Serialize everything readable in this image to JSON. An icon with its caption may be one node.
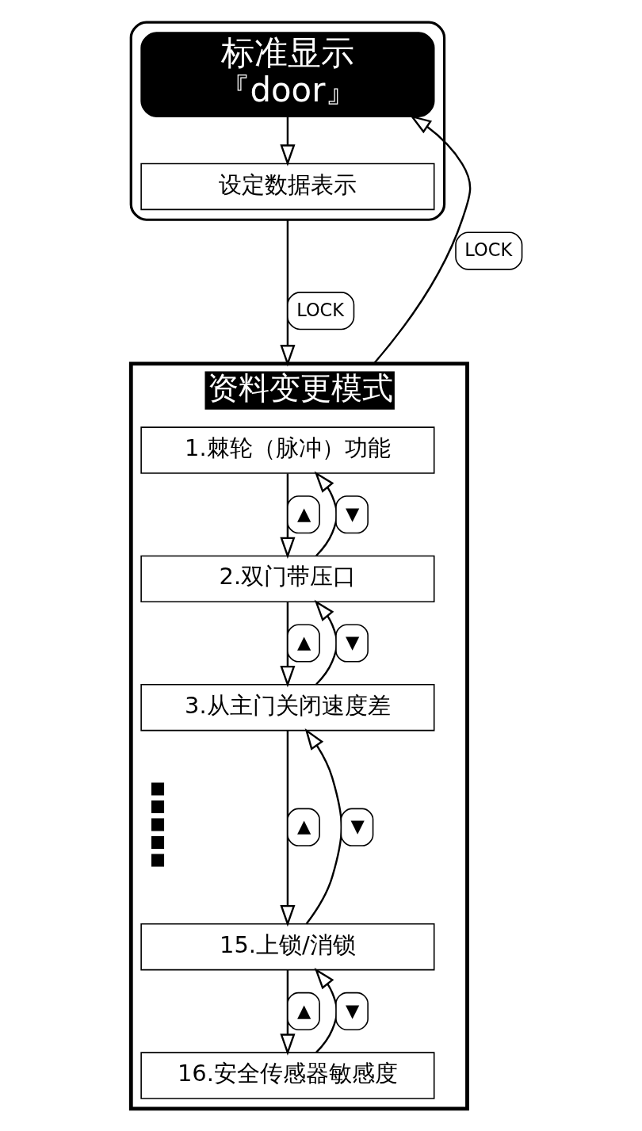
{
  "diagram": {
    "nodes": [
      {
        "text": [],
        "shape": "box"
      },
      {
        "text": [
          "标准显示",
          "『door』"
        ],
        "in": 0
      },
      {
        "text": [
          "设定数据表示"
        ],
        "in": 0
      },
      {
        "text": [
          "资料变更模式"
        ]
      },
      {
        "text": [
          "1.棘轮（脉冲）功能"
        ],
        "in": 3
      },
      {
        "text": [
          "2.双门带压口"
        ],
        "in": 3
      },
      {
        "text": [
          "3.从主门关闭速度差"
        ],
        "in": 3
      },
      {
        "text": [],
        "shape": "dots",
        "in": 3
      },
      {
        "text": [
          "15.上锁/消锁"
        ],
        "in": 3
      },
      {
        "text": [
          "16.安全传感器敏感度"
        ],
        "in": 3
      }
    ],
    "edges": [
      {
        "from": 1,
        "to": 2,
        "arrow": "to"
      },
      {
        "from": 0,
        "to": 3,
        "arrow": "to",
        "label": "LOCK"
      },
      {
        "from": 3,
        "to": 1,
        "arrow": "to",
        "label": "LOCK"
      },
      {
        "from": 4,
        "to": 5,
        "arrow": "to",
        "label": "▲"
      },
      {
        "from": 5,
        "to": 4,
        "arrow": "to",
        "label": "▼"
      },
      {
        "from": 5,
        "to": 6,
        "arrow": "to",
        "label": "▲"
      },
      {
        "from": 6,
        "to": 5,
        "arrow": "to",
        "label": "▼"
      },
      {
        "from": 6,
        "to": 8,
        "arrow": "to",
        "label": "▲"
      },
      {
        "from": 8,
        "to": 6,
        "arrow": "to",
        "label": "▼"
      },
      {
        "from": 8,
        "to": 9,
        "arrow": "to",
        "label": "▲"
      },
      {
        "from": 9,
        "to": 8,
        "arrow": "to",
        "label": "▼"
      }
    ]
  }
}
